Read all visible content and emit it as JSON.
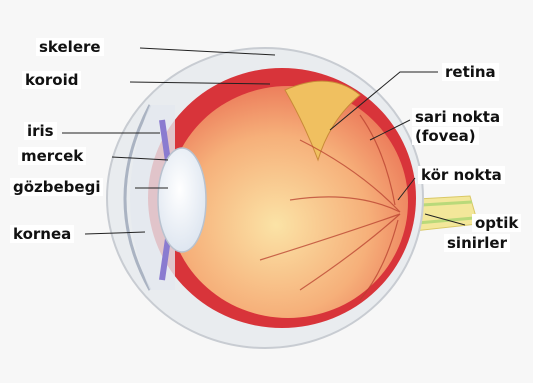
{
  "diagram": {
    "labels": {
      "skelere": "skelere",
      "koroid": "koroid",
      "iris": "iris",
      "mercek": "mercek",
      "gozbebegi": "gözbebegi",
      "kornea": "kornea",
      "retina": "retina",
      "sari_nokta": "sari nokta",
      "fovea": "(fovea)",
      "kor_nokta": "kör nokta",
      "optik": "optik",
      "sinirler": "sinirler"
    }
  },
  "colors": {
    "background": "#f7f7f7",
    "sclera": "#e9ecef",
    "choroid": "#d8343a",
    "vitreous": "#f6b07a",
    "lens": "#eef3f8",
    "iris": "#8a7bd0",
    "optic_nerve": "#f3e79a",
    "leader_line": "#222222"
  }
}
